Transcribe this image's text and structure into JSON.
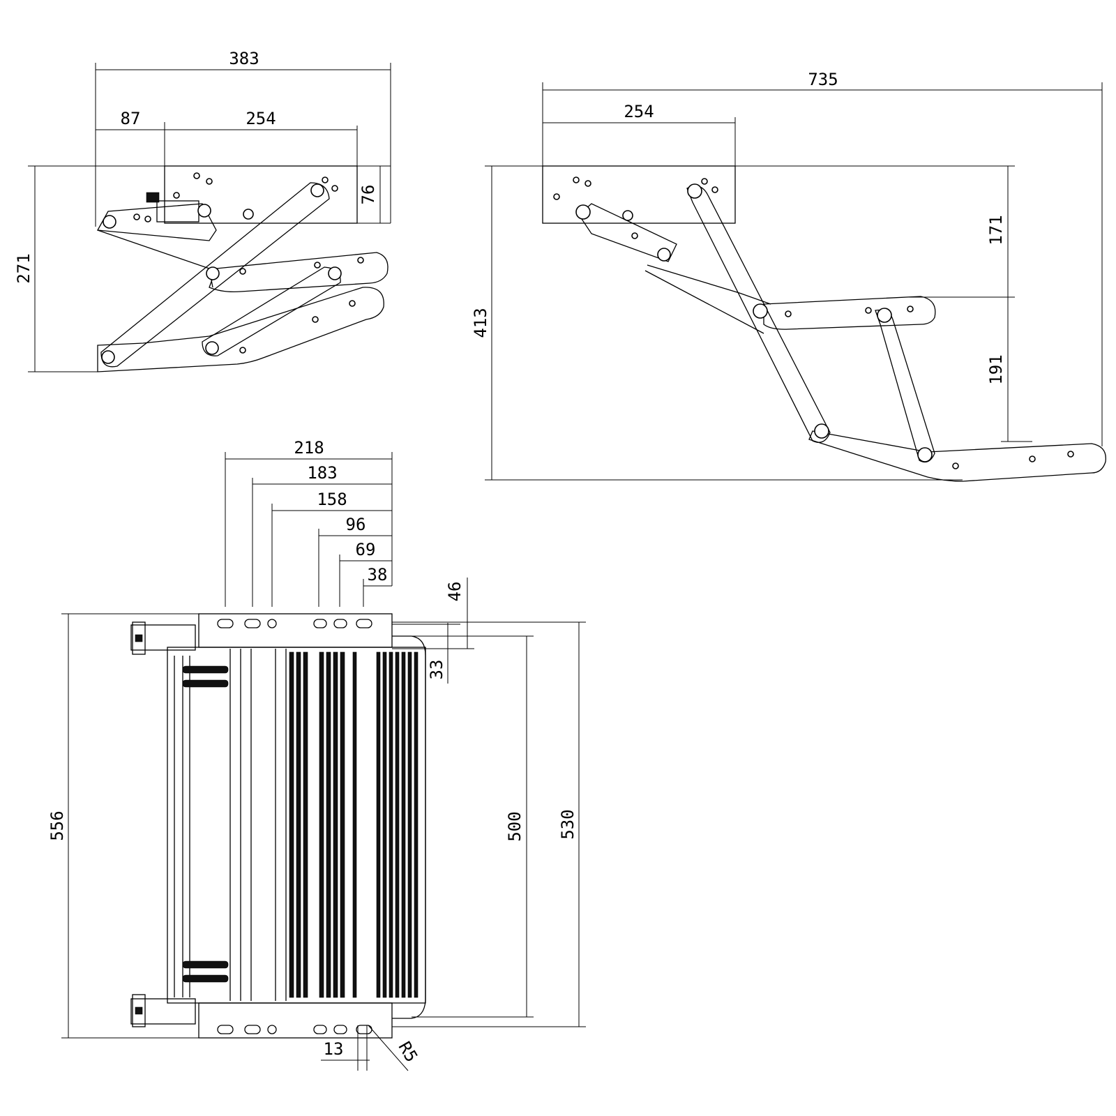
{
  "drawing": {
    "colors": {
      "stroke": "#000000",
      "background": "#ffffff"
    },
    "top_left_view": {
      "overall_width": "383",
      "offset": "87",
      "mount_width": "254",
      "mount_height": "76",
      "overall_height": "271"
    },
    "top_right_view": {
      "overall_width": "735",
      "mount_width": "254",
      "upper_step_drop": "171",
      "lower_step_drop": "191",
      "overall_height": "413"
    },
    "bottom_view": {
      "hole_218": "218",
      "hole_183": "183",
      "hole_158": "158",
      "hole_96": "96",
      "hole_69": "69",
      "hole_38": "38",
      "edge_46": "46",
      "edge_33": "33",
      "overall_depth": "556",
      "step_width_500": "500",
      "step_width_530": "530",
      "slot_13": "13",
      "radius": "R5"
    }
  }
}
